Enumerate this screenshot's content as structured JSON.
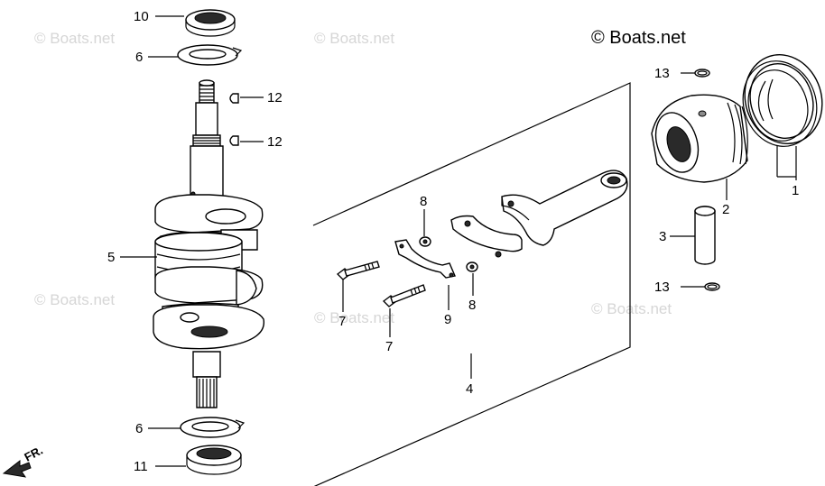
{
  "watermark": {
    "text": "© Boats.net"
  },
  "brand": {
    "text": "© Boats.net"
  },
  "front_marker": {
    "text": "FR."
  },
  "callouts": {
    "c1": "1",
    "c2": "2",
    "c3": "3",
    "c4": "4",
    "c5": "5",
    "c6_top": "6",
    "c6_bottom": "6",
    "c7_upper": "7",
    "c7_lower": "7",
    "c8_upper": "8",
    "c8_lower": "8",
    "c9": "9",
    "c10": "10",
    "c11": "11",
    "c12_upper": "12",
    "c12_lower": "12",
    "c13_upper": "13",
    "c13_lower": "13"
  }
}
